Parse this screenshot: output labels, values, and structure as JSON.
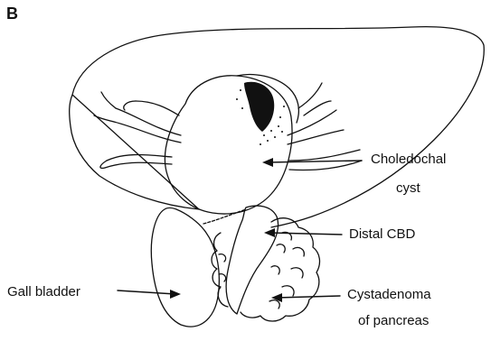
{
  "panel_letter": "B",
  "labels": {
    "choledochal_cyst_line1": "Choledochal",
    "choledochal_cyst_line2": "cyst",
    "distal_cbd": "Distal CBD",
    "gall_bladder": "Gall bladder",
    "cystadenoma_line1": "Cystadenoma",
    "cystadenoma_line2": "of pancreas"
  },
  "colors": {
    "ink": "#111111",
    "background": "#ffffff"
  }
}
